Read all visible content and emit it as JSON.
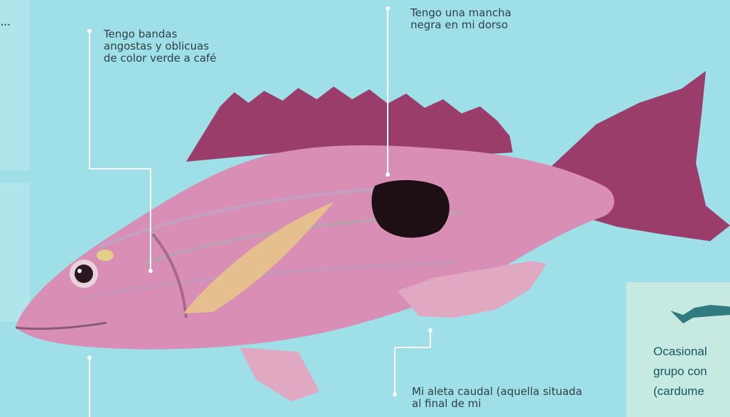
{
  "sidebar": {
    "ellipsis": "..."
  },
  "callouts": [
    {
      "text": "Tengo bandas angostas y oblicuas de color verde a café"
    },
    {
      "text": "Tengo una mancha negra en mi dorso"
    },
    {
      "text": "Mi aleta caudal (aquella situada al final de mi"
    }
  ],
  "info_card": {
    "icon": "fish-icon",
    "lines": [
      "Ocasional",
      "grupo con",
      "(cardume"
    ]
  },
  "colors": {
    "background": "#9fe0e8",
    "fish_body": "#d98fb5",
    "fins": "#9a3d6b",
    "card": "#c6e9e1",
    "card_text": "#16575f"
  }
}
